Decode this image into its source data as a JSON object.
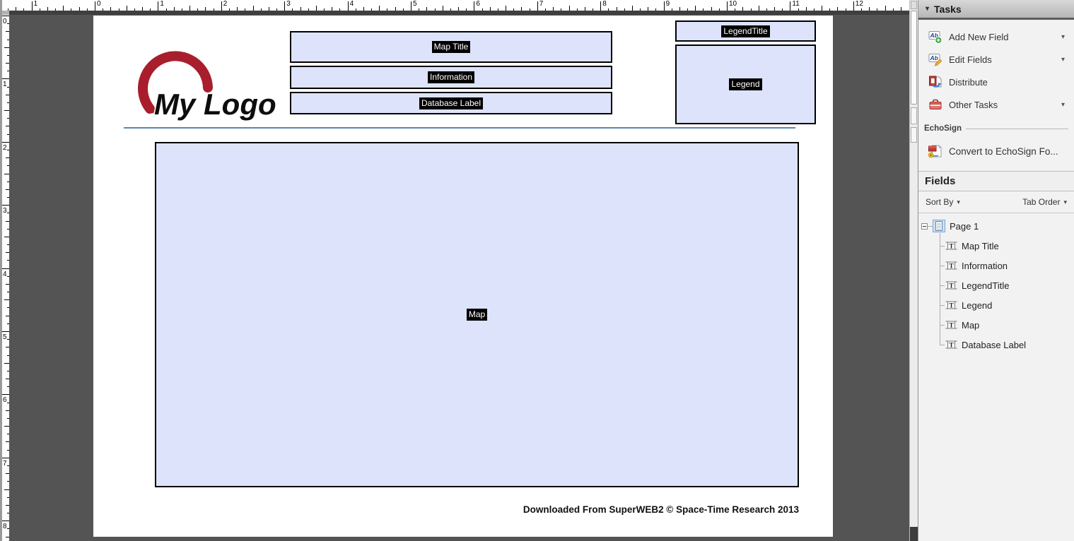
{
  "document": {
    "logo_text": "My Logo",
    "fields": {
      "map_title": "Map Title",
      "information": "Information",
      "database_label": "Database Label",
      "legend_title": "LegendTitle",
      "legend": "Legend",
      "map": "Map"
    },
    "footer": "Downloaded From SuperWEB2 © Space-Time Research 2013"
  },
  "rulers": {
    "horizontal_labels": [
      "1",
      "0",
      "1",
      "2",
      "3",
      "4",
      "5",
      "6",
      "7",
      "8",
      "9",
      "10",
      "11",
      "12"
    ],
    "vertical_labels": [
      "0",
      "1",
      "2",
      "3",
      "4",
      "5",
      "6",
      "7",
      "8"
    ]
  },
  "sidebar": {
    "tasks": {
      "title": "Tasks",
      "items": [
        {
          "label": "Add New Field",
          "icon": "add-new-field-icon",
          "dropdown": true
        },
        {
          "label": "Edit Fields",
          "icon": "edit-fields-icon",
          "dropdown": true
        },
        {
          "label": "Distribute",
          "icon": "distribute-icon",
          "dropdown": false
        },
        {
          "label": "Other Tasks",
          "icon": "other-tasks-icon",
          "dropdown": true
        }
      ]
    },
    "echosign": {
      "section_label": "EchoSign",
      "convert_label": "Convert to EchoSign Fo..."
    },
    "fields_panel": {
      "title": "Fields",
      "sort_by_label": "Sort By",
      "tab_order_label": "Tab Order",
      "tree_root": "Page 1",
      "tree_items": [
        "Map Title",
        "Information",
        "LegendTitle",
        "Legend",
        "Map",
        "Database Label"
      ]
    }
  },
  "colors": {
    "field_fill": "#dee3fc",
    "field_border": "#000000",
    "field_label_bg": "#000000",
    "field_label_text": "#ffffff",
    "canvas_bg": "#545454",
    "page_bg": "#ffffff",
    "divider_line": "#5c87ad",
    "logo_red": "#a81e2d",
    "sidebar_bg": "#f2f2f2"
  }
}
